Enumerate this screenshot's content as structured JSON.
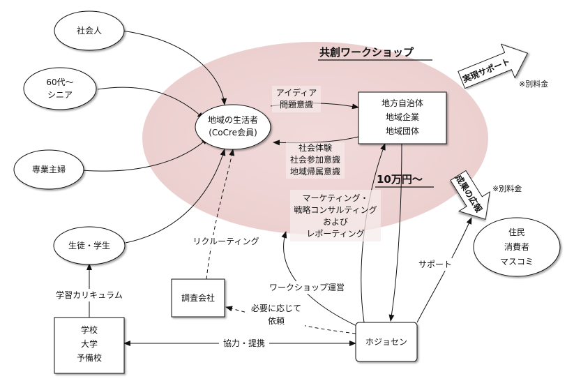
{
  "title": "共創ワークショップ",
  "price": "10万円〜",
  "nodes": {
    "shakaijin": "社会人",
    "senior": [
      "60代〜",
      "シニア"
    ],
    "shufu": "専業主婦",
    "student": "生徒・学生",
    "resident": [
      "地域の生活者",
      "(CoCre会員)"
    ],
    "partners": [
      "地方自治体",
      "地域企業",
      "地域団体"
    ],
    "survey": "調査会社",
    "schools": [
      "学校",
      "大学",
      "予備校"
    ],
    "hojosen": "ホジョセン",
    "audience": [
      "住民",
      "消費者",
      "マスコミ"
    ]
  },
  "labels": {
    "idea": [
      "アイディア",
      "問題意識"
    ],
    "social": [
      "社会体験",
      "社会参加意識",
      "地域帰属意識"
    ],
    "marketing": [
      "マーケティング・",
      "戦略コンサルティング",
      "および",
      "レポーティング"
    ],
    "recruiting": "リクルーティング",
    "curriculum": "学習カリキュラム",
    "workshop_ops": "ワークショップ運営",
    "request": [
      "必要に応じて",
      "依頼"
    ],
    "cooperation": "協力・提携",
    "support": "サポート"
  },
  "arrows": {
    "implementation": "実現サポート",
    "publicity": "成果の広報",
    "extra_fee": "※別料金"
  }
}
